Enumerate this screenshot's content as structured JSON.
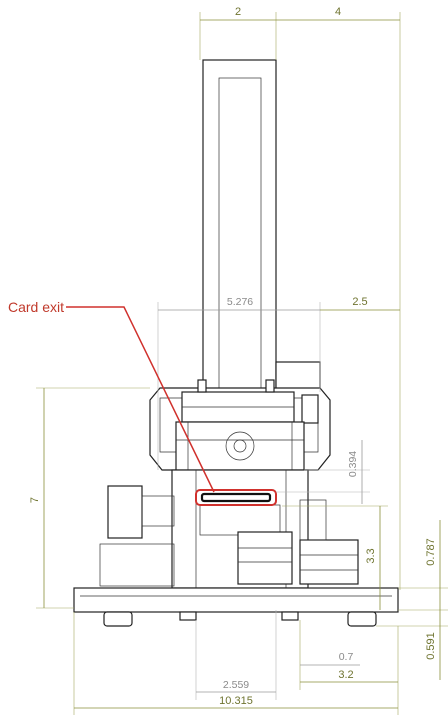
{
  "callout": {
    "label": "Card exit",
    "color": "#d0312d"
  },
  "dimensions": {
    "top_left_width": "2",
    "top_right_width": "4",
    "gray_width": "5.276",
    "right_offset": "2.5",
    "height_total": "7",
    "small_vertical": "0.394",
    "vertical_mid": "3.3",
    "right_vertical_top": "0.787",
    "right_vertical_bottom": "0.591",
    "bottom_small": "0.7",
    "bottom_left_gray": "2.559",
    "bottom_right": "3.2",
    "bottom_total": "10.315"
  },
  "colors": {
    "dimension": "#8a8f3a",
    "gray_dimension": "#9a9a9a",
    "outline": "#222222"
  }
}
